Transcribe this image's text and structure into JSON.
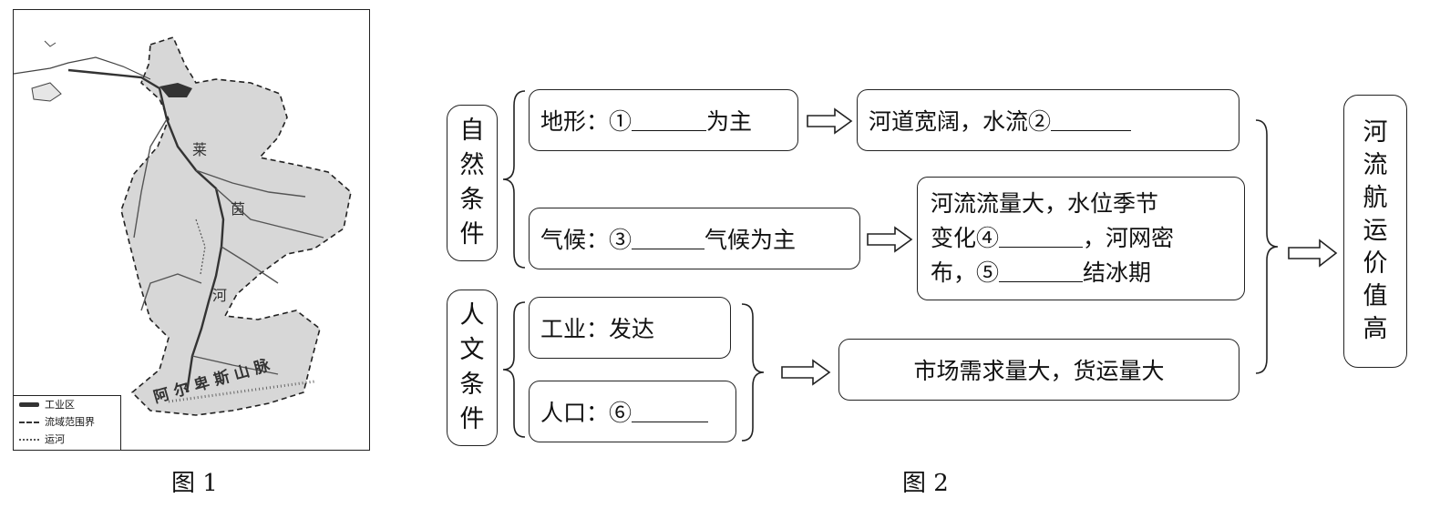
{
  "figure1": {
    "caption": "图 1",
    "map_labels": {
      "river_name": [
        "莱",
        "茵",
        "河"
      ],
      "mountain_name": "阿 尔 卑 斯 山 脉"
    },
    "legend": [
      {
        "label": "工业区",
        "symbol": "industrial-area"
      },
      {
        "label": "流域范围界",
        "symbol": "dashed-boundary"
      },
      {
        "label": "运河",
        "symbol": "canal"
      }
    ]
  },
  "figure2": {
    "caption": "图 2",
    "natural_conditions": {
      "title_chars": [
        "自",
        "然",
        "条",
        "件"
      ]
    },
    "human_conditions": {
      "title_chars": [
        "人",
        "文",
        "条",
        "件"
      ]
    },
    "terrain": {
      "prefix": "地形：①",
      "suffix": "为主"
    },
    "terrain_result": {
      "prefix": "河道宽阔，水流②"
    },
    "climate": {
      "prefix": "气候：③",
      "suffix": "气候为主"
    },
    "climate_result": {
      "line1": "河流流量大，水位季节",
      "line2_prefix": "变化④",
      "line2_suffix": "，河网密",
      "line3_prefix": "布，⑤",
      "line3_suffix": "结冰期"
    },
    "industry": "工业：发达",
    "population": {
      "prefix": "人口：⑥"
    },
    "market": "市场需求量大，货运量大",
    "result_chars": [
      "河",
      "流",
      "航",
      "运",
      "价",
      "值",
      "高"
    ]
  }
}
